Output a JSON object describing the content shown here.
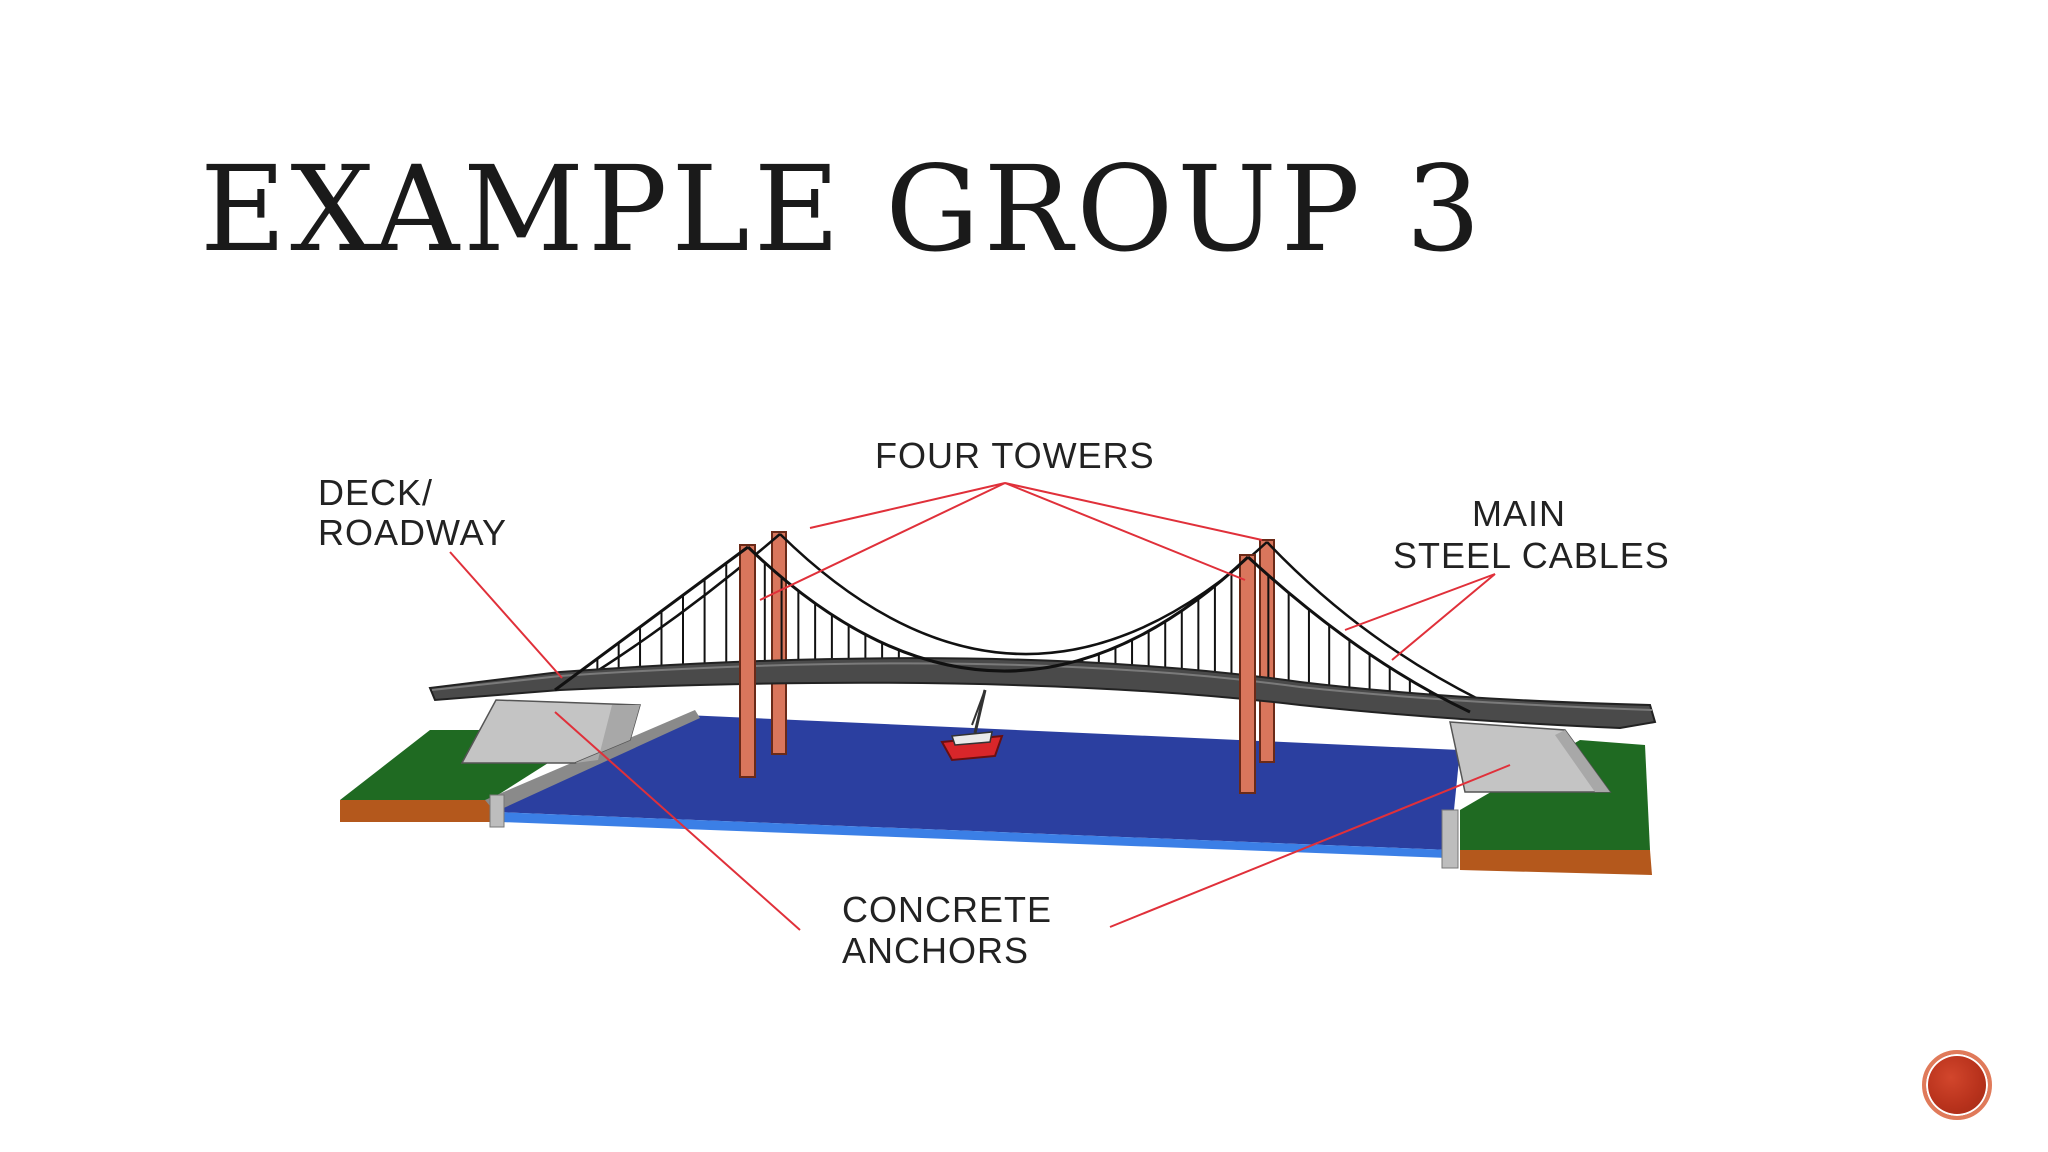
{
  "slide": {
    "title": "EXAMPLE GROUP 3"
  },
  "diagram": {
    "labels": {
      "four_towers": "FOUR TOWERS",
      "deck_line1": "DECK/",
      "deck_line2": "ROADWAY",
      "cables_line1": "MAIN",
      "cables_line2": "STEEL CABLES",
      "anchors_line1": "CONCRETE",
      "anchors_line2": "ANCHORS"
    },
    "colors": {
      "leader_line": "#e0303a",
      "water": "#2b3fa0",
      "water_edge": "#3b7fe6",
      "grass": "#1f6a22",
      "soil": "#b4581c",
      "tower": "#d9765c",
      "deck": "#4a4a4a",
      "anchor": "#c4c4c4"
    }
  },
  "nav": {
    "icon": "next-slide-icon"
  }
}
